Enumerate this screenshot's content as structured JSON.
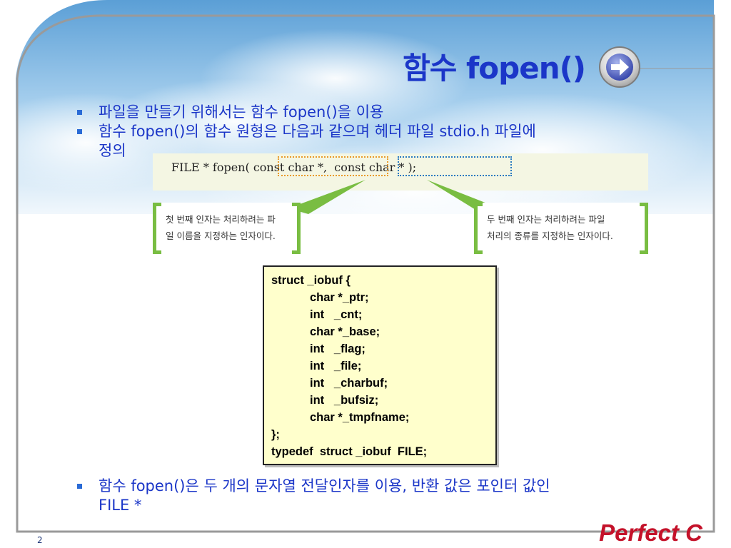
{
  "slide": {
    "title": "함수 fopen()",
    "page_number": "2",
    "brand": "Perfect C"
  },
  "bullets": [
    {
      "text": "파일을 만들기 위해서는 함수 fopen()을 이용"
    },
    {
      "line1": "함수 fopen()의 함수 원형은 다음과 같으며 헤더 파일 stdio.h 파일에",
      "line2": "정의"
    },
    {
      "line1": "함수 fopen()은 두 개의 문자열 전달인자를 이용, 반환 값은 포인터 값인",
      "line2": "FILE *"
    }
  ],
  "prototype": {
    "p1": "FILE * fopen(",
    "arg1": "const char *,",
    "arg2": "const char *",
    "p2": ");"
  },
  "callouts": [
    {
      "line1": "첫 번째 인자는 처리하려는 파",
      "line2": "일 이름을 지정하는 인자이다."
    },
    {
      "line1": "두 번째 인자는 처리하려는 파일",
      "line2": "처리의 종류를 지정하는 인자이다."
    }
  ],
  "code": [
    "struct _iobuf {",
    "char *_ptr;",
    "int   _cnt;",
    "char *_base;",
    "int   _flag;",
    "int   _file;",
    "int   _charbuf;",
    "int   _bufsiz;",
    "char *_tmpfname;",
    "};",
    "typedef  struct _iobuf  FILE;"
  ],
  "colors": {
    "title": "#1b36c8",
    "bullet_text": "#1b36c8",
    "callout_bracket": "#79bd42",
    "code_bg": "#ffffcc",
    "brand": "#c4122a"
  },
  "icons": {
    "next": "arrow-right-circle-icon"
  }
}
